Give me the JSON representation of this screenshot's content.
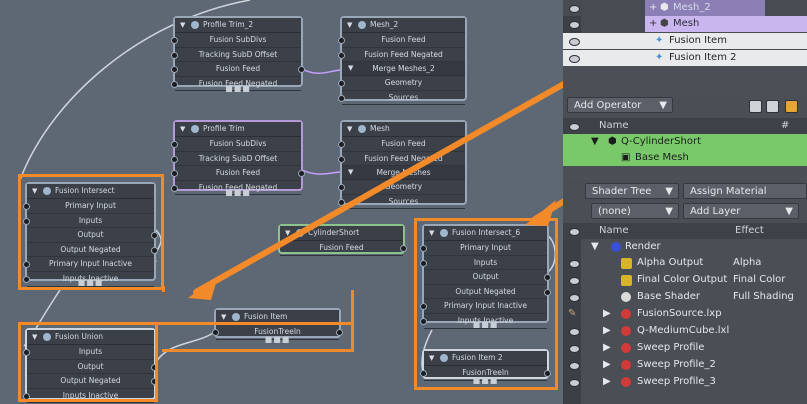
{
  "nodes": {
    "profile_trim_2": {
      "title": "Profile Trim_2",
      "rows": [
        "Fusion SubDivs",
        "Tracking SubD Offset",
        "Fusion Feed",
        "Fusion Feed Negated"
      ]
    },
    "mesh_2": {
      "title": "Mesh_2",
      "rows": [
        "Fusion Feed",
        "Fusion Feed Negated"
      ],
      "sub_title": "Merge Meshes_2",
      "sub_rows": [
        "Geometry",
        "Sources"
      ]
    },
    "profile_trim": {
      "title": "Profile Trim",
      "rows": [
        "Fusion SubDivs",
        "Tracking SubD Offset",
        "Fusion Feed",
        "Fusion Feed Negated"
      ]
    },
    "mesh": {
      "title": "Mesh",
      "rows": [
        "Fusion Feed",
        "Fusion Feed Negated"
      ],
      "sub_title": "Merge Meshes",
      "sub_rows": [
        "Geometry",
        "Sources"
      ]
    },
    "fusion_intersect": {
      "title": "Fusion Intersect",
      "rows": [
        "Primary Input",
        "Inputs",
        "Output",
        "Output Negated",
        "Primary Input Inactive",
        "Inputs Inactive"
      ]
    },
    "cylinder_short": {
      "title": "CylinderShort",
      "rows": [
        "Fusion Feed"
      ]
    },
    "fusion_intersect_6": {
      "title": "Fusion Intersect_6",
      "rows": [
        "Primary Input",
        "Inputs",
        "Output",
        "Output Negated",
        "Primary Input Inactive",
        "Inputs Inactive"
      ]
    },
    "fusion_item": {
      "title": "Fusion Item",
      "rows": [
        "FusionTreeIn"
      ]
    },
    "fusion_union": {
      "title": "Fusion Union",
      "rows": [
        "Inputs",
        "Output",
        "Output Negated",
        "Inputs Inactive"
      ]
    },
    "fusion_item_2": {
      "title": "Fusion Item 2",
      "rows": [
        "FusionTreeIn"
      ]
    }
  },
  "items_list": {
    "rows": [
      {
        "label": "Mesh_2"
      },
      {
        "label": "Mesh"
      },
      {
        "label": "Fusion Item"
      },
      {
        "label": "Fusion Item 2"
      }
    ]
  },
  "schematic": {
    "add_operator_label": "Add Operator",
    "col_name": "Name",
    "col_hash": "#",
    "rows": [
      {
        "label": "Q-CylinderShort"
      },
      {
        "label": "Base Mesh"
      }
    ]
  },
  "shader_tree": {
    "view_label": "Shader Tree",
    "assign_label": "Assign Material",
    "filter_label": "(none)",
    "add_layer_label": "Add Layer",
    "col_name": "Name",
    "col_effect": "Effect",
    "rows": [
      {
        "name": "Render",
        "effect": ""
      },
      {
        "name": "Alpha Output",
        "effect": "Alpha"
      },
      {
        "name": "Final Color Output",
        "effect": "Final Color"
      },
      {
        "name": "Base Shader",
        "effect": "Full Shading"
      },
      {
        "name": "FusionSource.lxp",
        "effect": ""
      },
      {
        "name": "Q-MediumCube.lxl",
        "effect": ""
      },
      {
        "name": "Sweep Profile",
        "effect": ""
      },
      {
        "name": "Sweep Profile_2",
        "effect": ""
      },
      {
        "name": "Sweep Profile_3",
        "effect": ""
      }
    ]
  },
  "colors": {
    "highlight": "#f28a2a",
    "green_sel": "#79c96b",
    "purple_sel": "#b596dd"
  }
}
